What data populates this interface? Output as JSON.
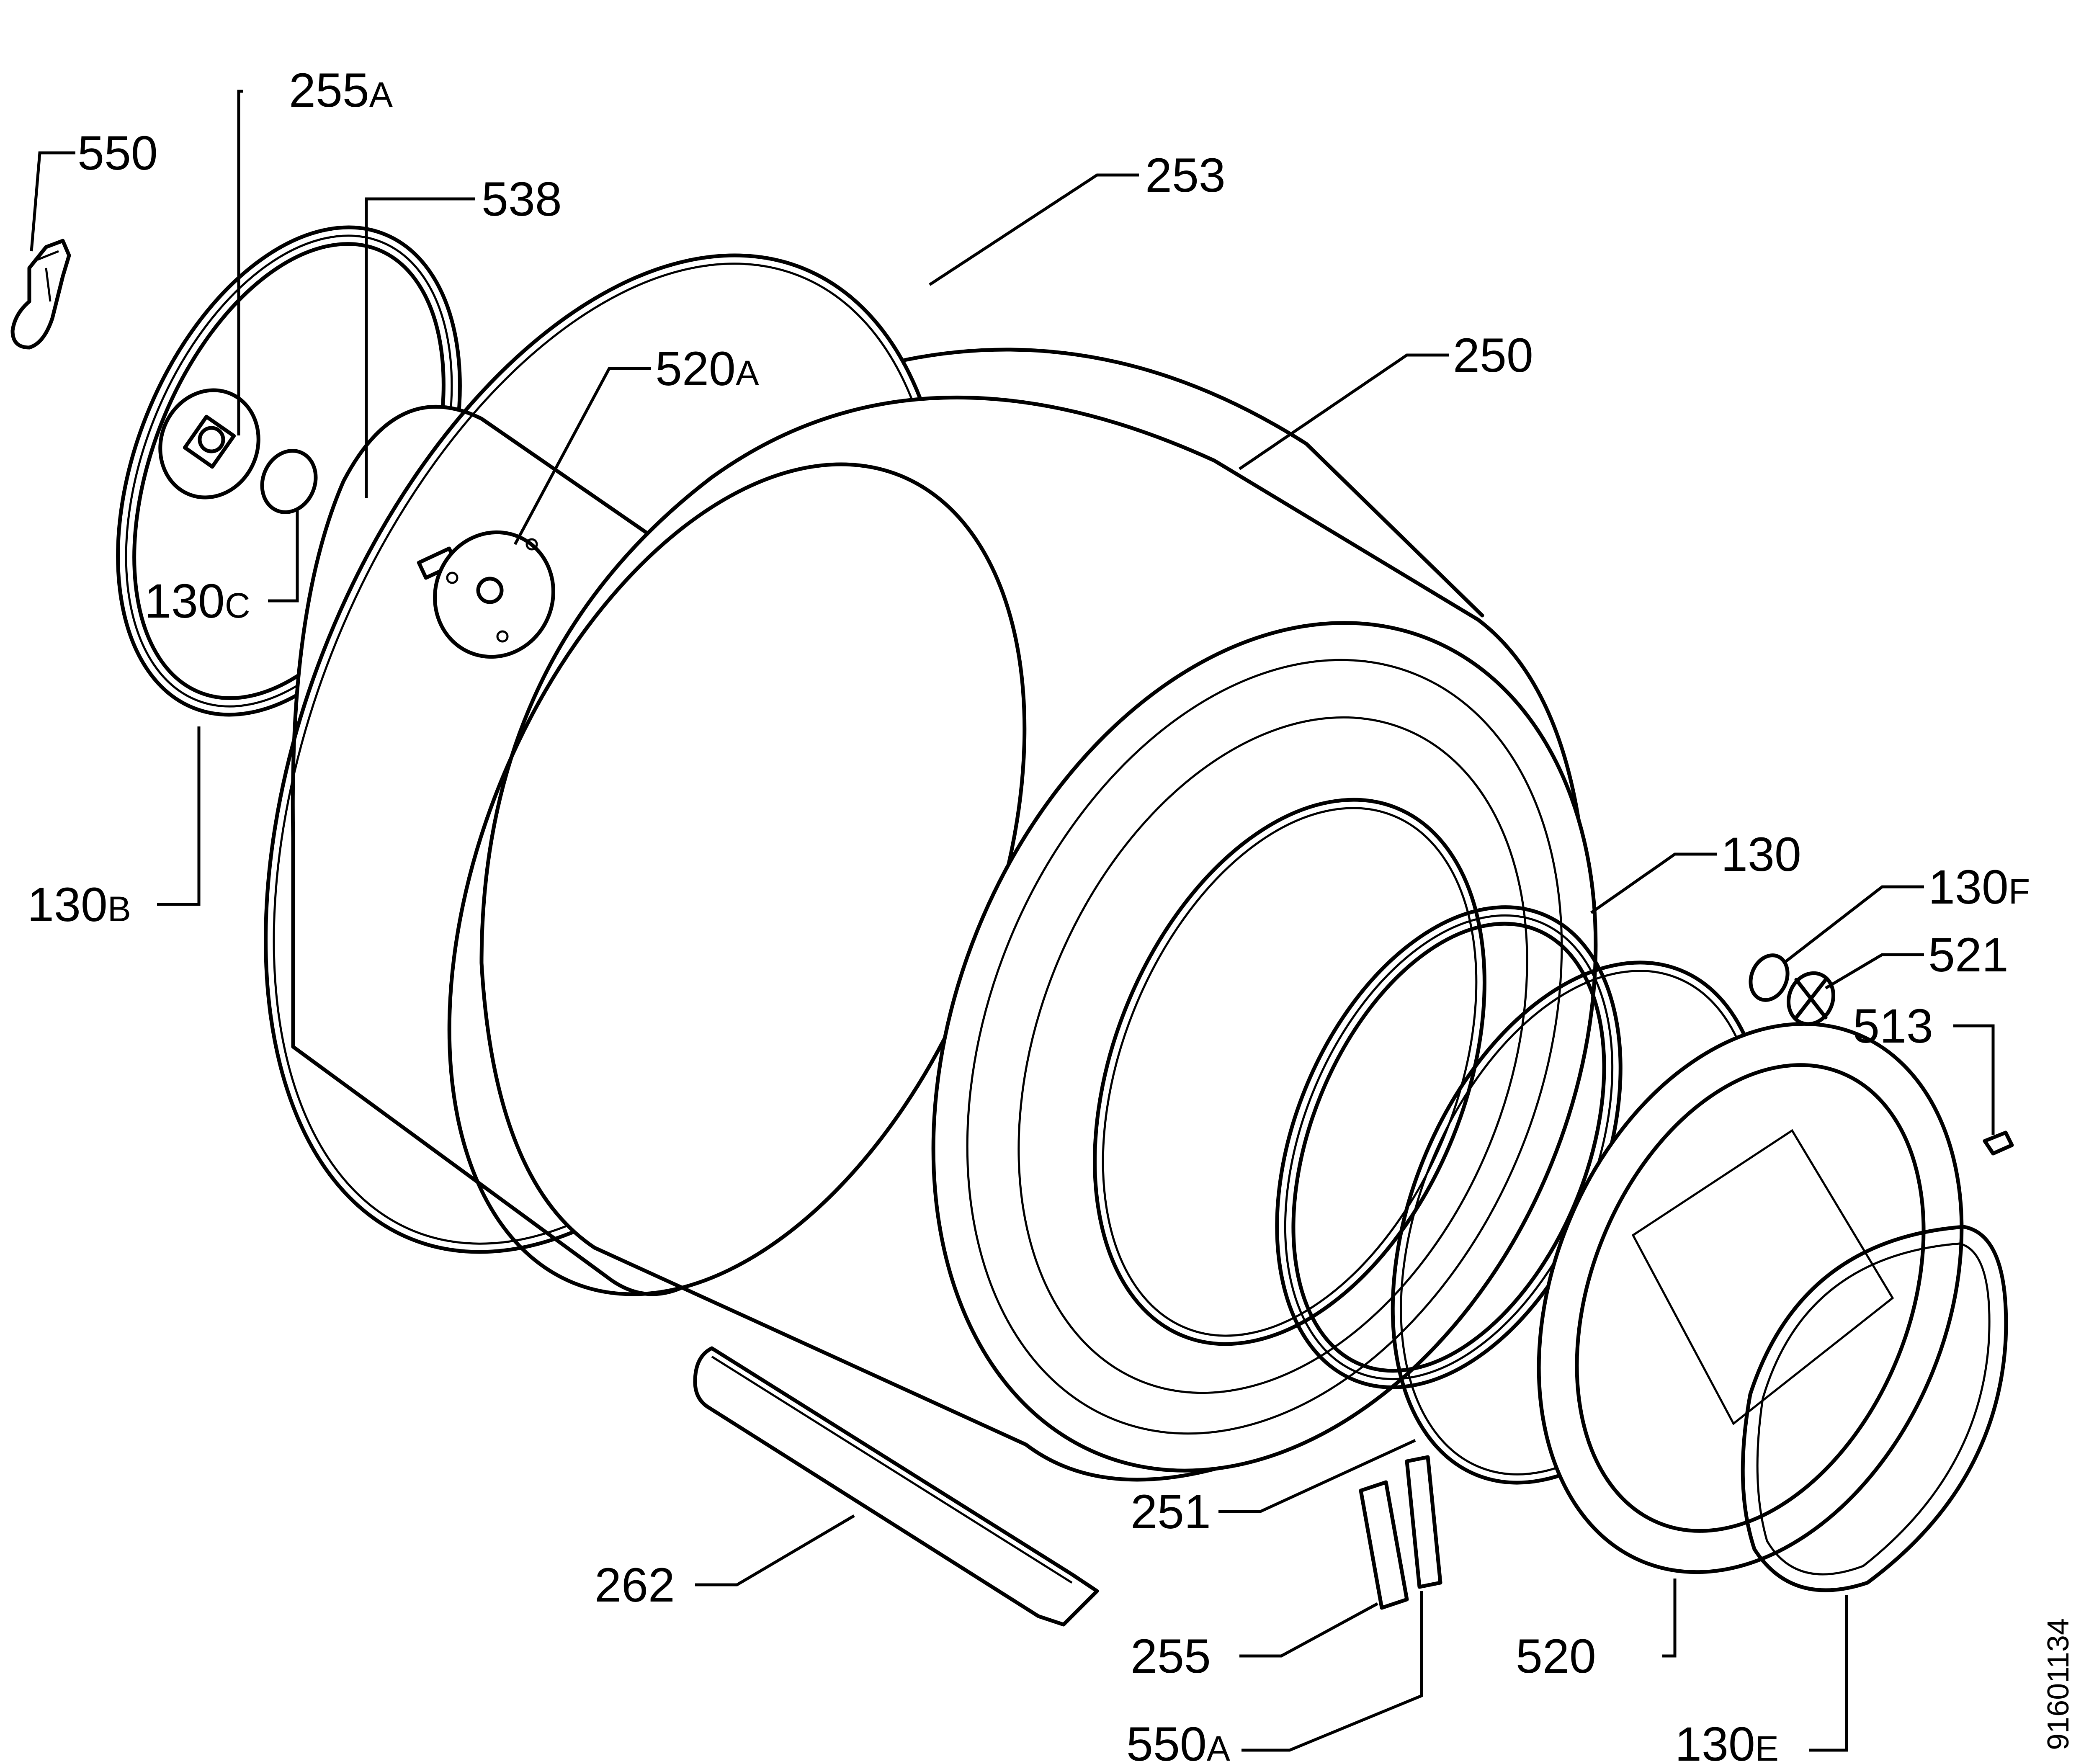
{
  "diagram": {
    "document_id": "91601134",
    "callouts": [
      {
        "id": "255a",
        "num": "255",
        "suffix": "A"
      },
      {
        "id": "550",
        "num": "550",
        "suffix": ""
      },
      {
        "id": "538",
        "num": "538",
        "suffix": ""
      },
      {
        "id": "253",
        "num": "253",
        "suffix": ""
      },
      {
        "id": "520a",
        "num": "520",
        "suffix": "A"
      },
      {
        "id": "250",
        "num": "250",
        "suffix": ""
      },
      {
        "id": "130c",
        "num": "130",
        "suffix": "C"
      },
      {
        "id": "130b",
        "num": "130",
        "suffix": "B"
      },
      {
        "id": "130",
        "num": "130",
        "suffix": ""
      },
      {
        "id": "130f",
        "num": "130",
        "suffix": "F"
      },
      {
        "id": "521",
        "num": "521",
        "suffix": ""
      },
      {
        "id": "513",
        "num": "513",
        "suffix": ""
      },
      {
        "id": "251",
        "num": "251",
        "suffix": ""
      },
      {
        "id": "262",
        "num": "262",
        "suffix": ""
      },
      {
        "id": "255",
        "num": "255",
        "suffix": ""
      },
      {
        "id": "520",
        "num": "520",
        "suffix": ""
      },
      {
        "id": "550a",
        "num": "550",
        "suffix": "A"
      },
      {
        "id": "130e",
        "num": "130",
        "suffix": "E"
      }
    ]
  }
}
